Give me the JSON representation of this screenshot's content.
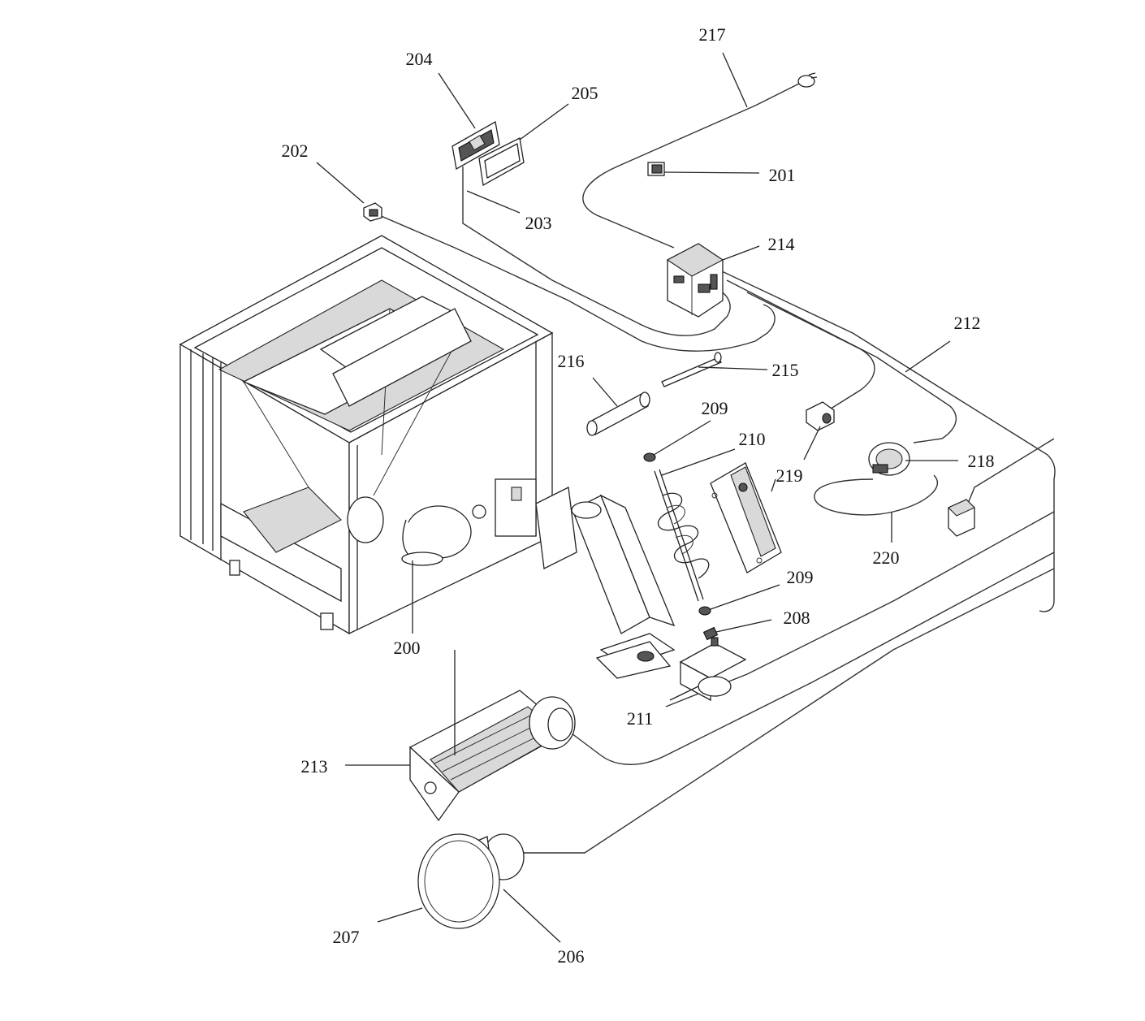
{
  "diagram": {
    "labels": {
      "p200": "200",
      "p201": "201",
      "p202": "202",
      "p203": "203",
      "p204": "204",
      "p205": "205",
      "p206": "206",
      "p207": "207",
      "p208": "208",
      "p209a": "209",
      "p209b": "209",
      "p210": "210",
      "p211": "211",
      "p212": "212",
      "p213": "213",
      "p214": "214",
      "p215": "215",
      "p216": "216",
      "p217": "217",
      "p218": "218",
      "p219": "219",
      "p220": "220"
    }
  }
}
